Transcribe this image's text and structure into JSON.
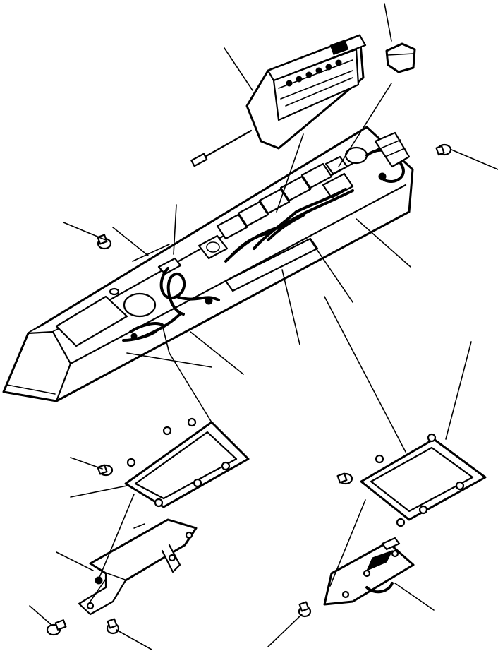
{
  "diagram": {
    "type": "exploded-parts-view",
    "components": [
      "radio",
      "radio-knob-cover",
      "bolt",
      "switch-console-panel",
      "wiring-harness",
      "switch-row",
      "left-switch-bracket",
      "right-switch-bracket",
      "left-mounting-stay",
      "right-mounting-stay",
      "lever-switch"
    ],
    "leader_line_count": 17
  }
}
